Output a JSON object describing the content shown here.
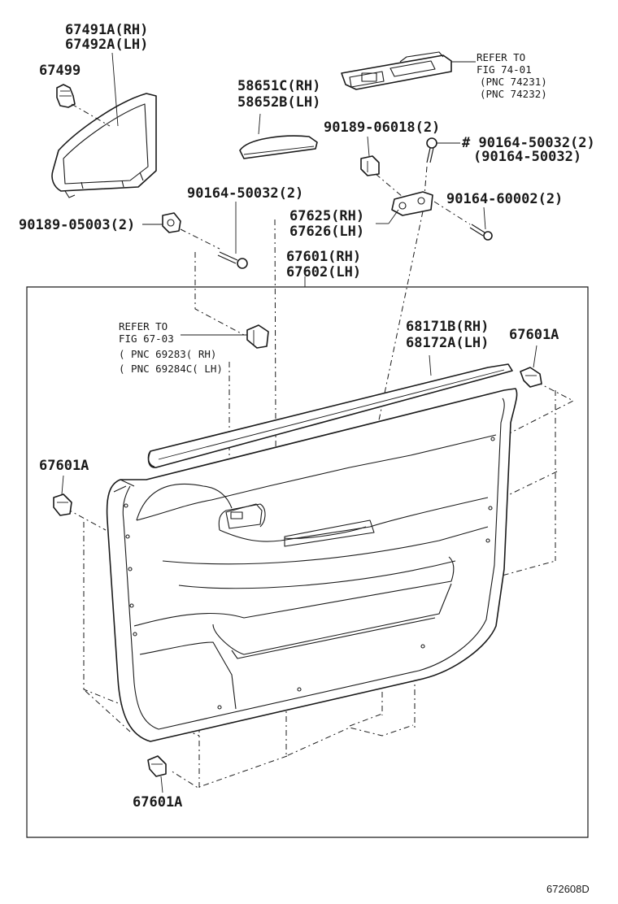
{
  "labels": {
    "l_67491a": "67491A(RH)",
    "l_67492a": "67492A(LH)",
    "l_67499": "67499",
    "l_58651c": "58651C(RH)",
    "l_58652b": "58652B(LH)",
    "l_90189_06018": "90189-06018(2)",
    "l_90164_50032_hash": "# 90164-50032(2)",
    "l_90164_50032_paren": "(90164-50032)",
    "l_90164_50032_a": "90164-50032(2)",
    "l_90189_05003": "90189-05003(2)",
    "l_67625": "67625(RH)",
    "l_67626": "67626(LH)",
    "l_90164_60002": "90164-60002(2)",
    "l_67601": "67601(RH)",
    "l_67602": "67602(LH)",
    "l_68171b": "68171B(RH)",
    "l_68172a": "68172A(LH)",
    "l_67601a_right": "67601A",
    "l_67601a_left": "67601A",
    "l_67601a_bottom": "67601A"
  },
  "refer_top": {
    "line1": "REFER TO",
    "line2": "FIG 74-01",
    "line3": "(PNC 74231)",
    "line4": "(PNC 74232)"
  },
  "refer_mid": {
    "line1": "REFER TO",
    "line2": "FIG 67-03",
    "line3": "( PNC 69283( RH)",
    "line4": "( PNC 69284C( LH)"
  },
  "figure_code": "672608D"
}
